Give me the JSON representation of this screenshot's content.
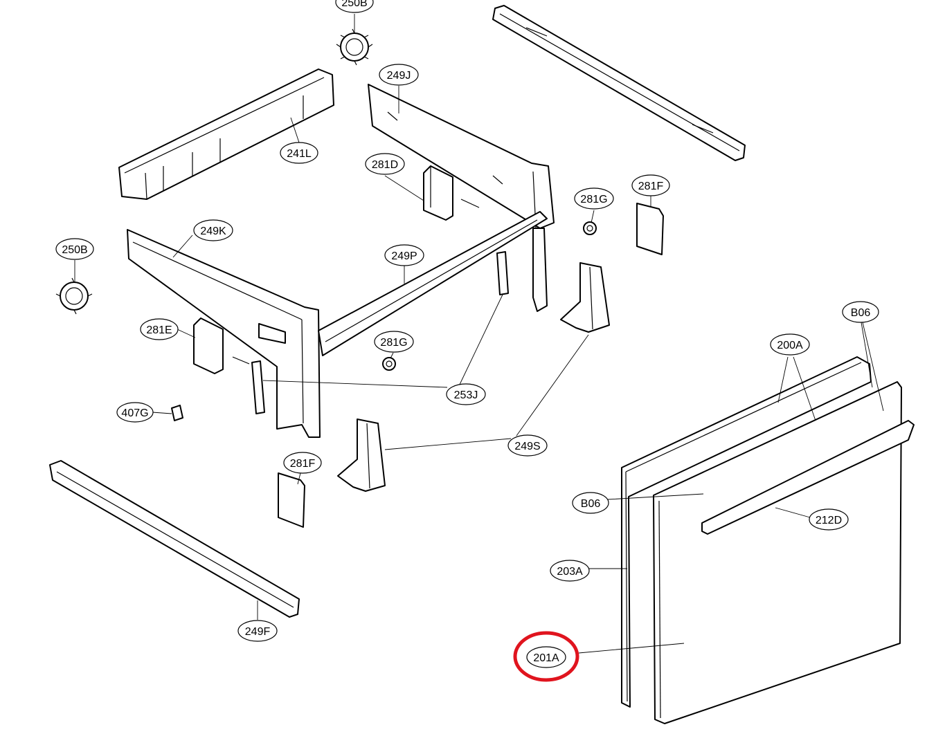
{
  "diagram": {
    "highlight_color": "#e0141e",
    "highlighted_part": "201A",
    "labels": {
      "l250B_top": "250B",
      "l249J": "249J",
      "l241L": "241L",
      "l281D": "281D",
      "l281G_top": "281G",
      "l281F_top": "281F",
      "l249K": "249K",
      "l250B_left": "250B",
      "l249P": "249P",
      "l281E": "281E",
      "l281G_mid": "281G",
      "l253J": "253J",
      "l407G": "407G",
      "l249S": "249S",
      "l281F_bottom": "281F",
      "l249F": "249F",
      "lB06_top": "B06",
      "l200A": "200A",
      "lB06_left": "B06",
      "l212D": "212D",
      "l203A": "203A",
      "l201A": "201A"
    }
  }
}
